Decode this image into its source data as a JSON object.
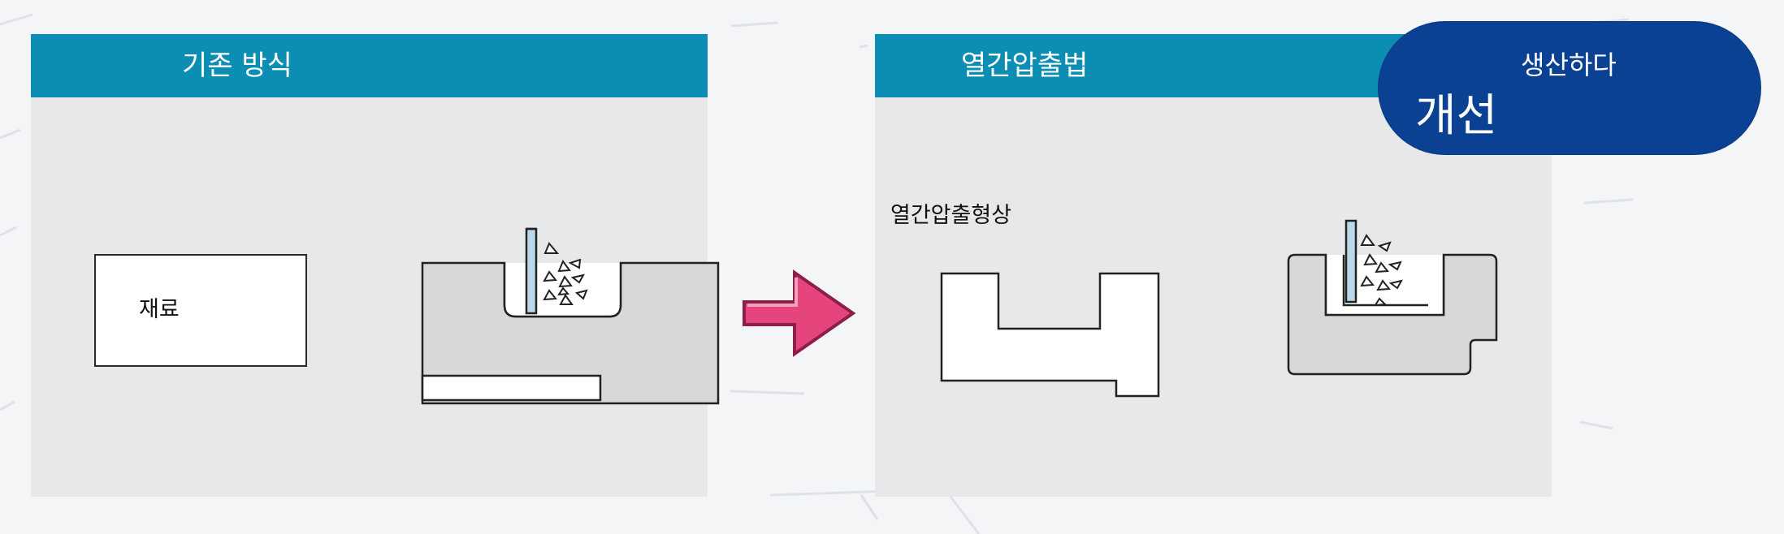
{
  "before": {
    "title": "기존 방식",
    "material_label": "재료"
  },
  "after": {
    "title": "열간압출법",
    "shape_label": "열간압출형상"
  },
  "badge": {
    "small_text": "생산하다",
    "large_text": "개선"
  },
  "colors": {
    "header": "#0b8db4",
    "panel": "#e7e8ea",
    "badge": "#0b4193",
    "arrow": "#e5457c",
    "workpiece": "#d8d8d8",
    "tool": "#b8d9ea"
  },
  "icons": {
    "process_arrow": "right-arrow-icon",
    "cutting_tool": "tool-icon",
    "chips": "chip-icon"
  }
}
